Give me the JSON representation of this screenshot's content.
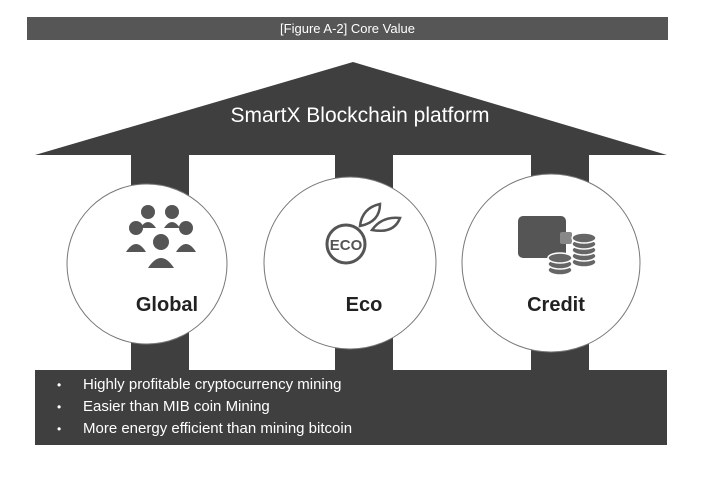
{
  "title": "[Figure A-2]  Core Value",
  "roof": {
    "label": "SmartX Blockchain platform"
  },
  "pillars": [
    {
      "label": "Global",
      "icon": "people-group-icon"
    },
    {
      "label": "Eco",
      "icon": "eco-leaf-icon",
      "icon_text": "ECO"
    },
    {
      "label": "Credit",
      "icon": "wallet-coins-icon"
    }
  ],
  "bullets": [
    "Highly profitable cryptocurrency mining",
    "Easier than MIB coin Mining",
    "More energy efficient than mining bitcoin"
  ],
  "colors": {
    "dark": "#3f3f3f",
    "titlebar": "#565656",
    "icon": "#555555"
  }
}
